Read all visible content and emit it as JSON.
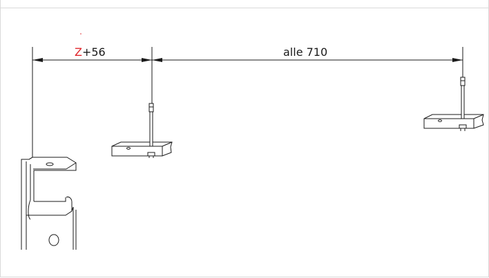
{
  "drawing": {
    "dimension_left": {
      "variable": "Z",
      "suffix": "+56"
    },
    "dimension_right": {
      "text": "alle 710"
    },
    "colors": {
      "variable": "#e0242a",
      "line": "#1a1a1a",
      "frame": "#d9d9d9"
    }
  }
}
